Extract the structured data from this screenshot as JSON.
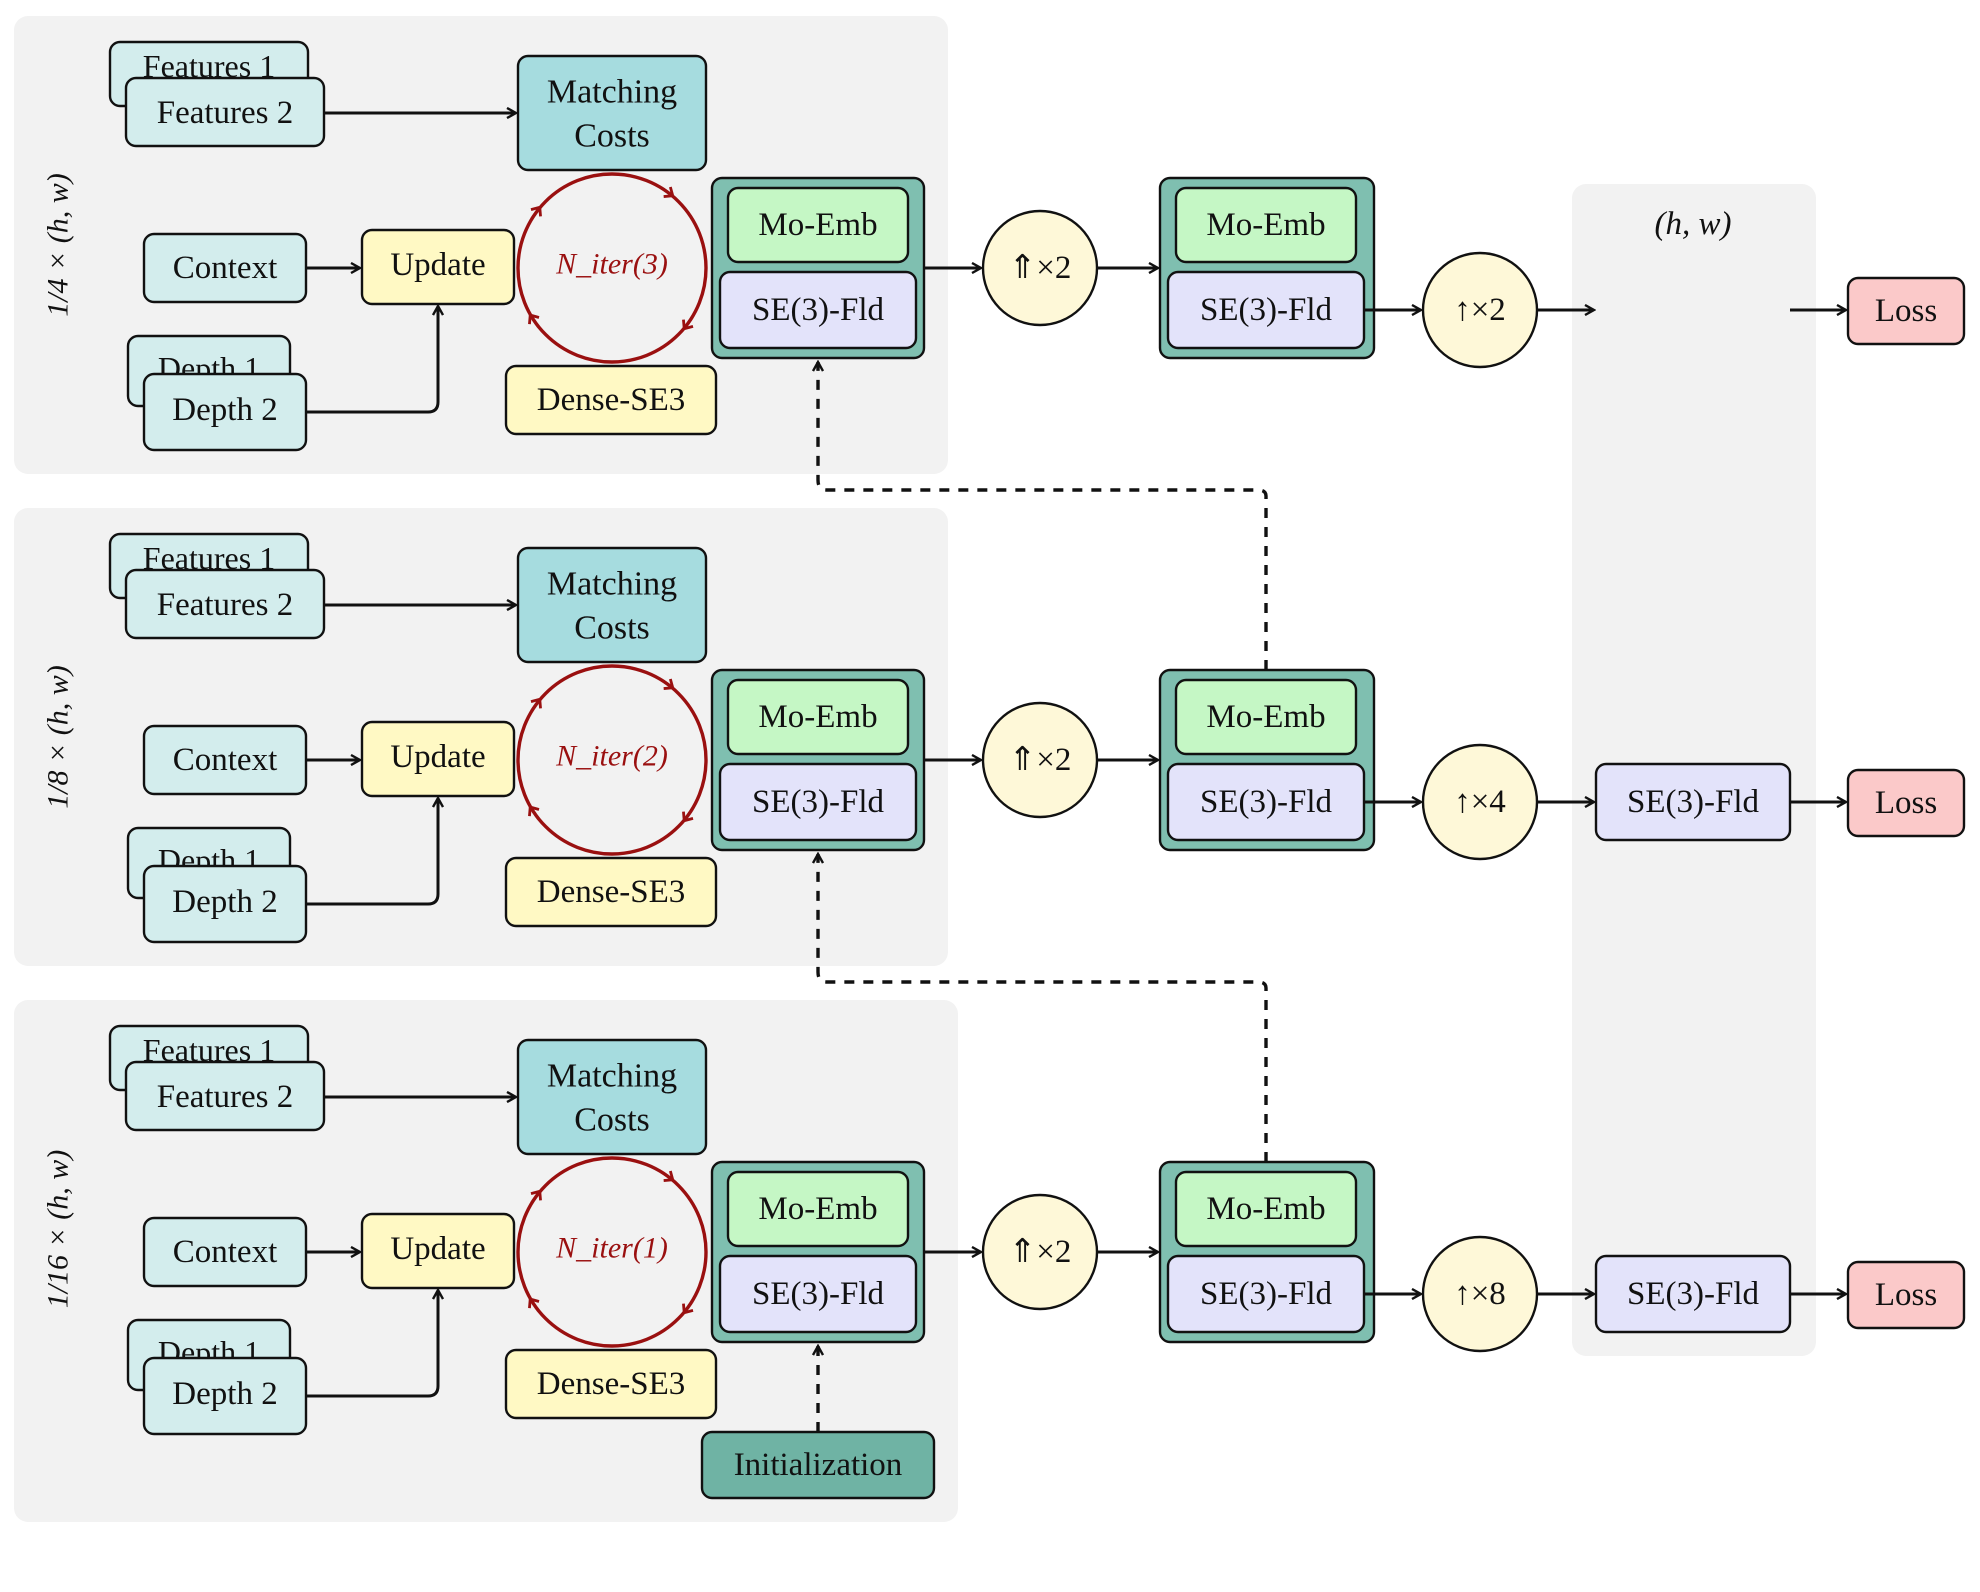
{
  "labels": {
    "features1": "Features 1",
    "features2": "Features 2",
    "matching_costs_line1": "Matching",
    "matching_costs_line2": "Costs",
    "context": "Context",
    "update": "Update",
    "depth1": "Depth 1",
    "depth2": "Depth 2",
    "dense_se3": "Dense-SE3",
    "mo_emb": "Mo-Emb",
    "se3_fld": "SE(3)-Fld",
    "loss": "Loss",
    "initialization": "Initialization",
    "full_resolution": "(h, w)"
  },
  "levels": [
    {
      "scale_label": "1/4 × (h, w)",
      "iter_label": "N_iter(3)",
      "up_label": "↑×2"
    },
    {
      "scale_label": "1/8 × (h, w)",
      "iter_label": "N_iter(2)",
      "up_label": "↑×4"
    },
    {
      "scale_label": "1/16 × (h, w)",
      "iter_label": "N_iter(1)",
      "up_label": "↑×8"
    }
  ],
  "feature_upsample_label": "⇑×2",
  "colors": {
    "panel": "#f2f2f2",
    "input_fill": "#d3eded",
    "matching_fill": "#a6dcdf",
    "update_fill": "#fff9c4",
    "mo_emb_fill": "#c5f7c5",
    "se3_fill": "#e3e3fa",
    "group_fill": "#7fbfb0",
    "circle_fill": "#fef8d8",
    "loss_fill": "#fbc9c9",
    "init_fill": "#6fb3a4",
    "iter_loop": "#9a1010"
  }
}
